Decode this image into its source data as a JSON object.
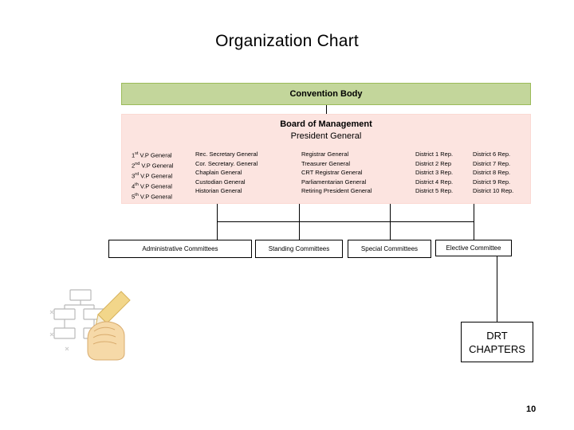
{
  "page": {
    "title": "Organization Chart",
    "number": "10"
  },
  "convention_body": {
    "label": "Convention Body"
  },
  "board": {
    "title": "Board of Management",
    "subtitle": "President General",
    "columns": [
      {
        "name": "vice-presidents",
        "items": [
          {
            "ordinal": "1",
            "sup": "st",
            "rest": " V.P General"
          },
          {
            "ordinal": "2",
            "sup": "nd",
            "rest": " V.P General"
          },
          {
            "ordinal": "3",
            "sup": "rd",
            "rest": " V.P General"
          },
          {
            "ordinal": "4",
            "sup": "th",
            "rest": " V.P General"
          },
          {
            "ordinal": "5",
            "sup": "th",
            "rest": " V.P General"
          }
        ]
      },
      {
        "name": "secretaries",
        "items": [
          "Rec. Secretary General",
          "Cor. Secretary. General",
          "Chaplain General",
          "Custodian General",
          "Historian General"
        ]
      },
      {
        "name": "registrar-treasurer",
        "items": [
          "Registrar General",
          "Treasurer General",
          "CRT Registrar General",
          "Parliamentarian General",
          "Retiring President General"
        ]
      },
      {
        "name": "districts-1-5",
        "items": [
          "District 1 Rep.",
          "District 2 Rep",
          "District 3 Rep.",
          "District 4 Rep.",
          "District 5 Rep."
        ]
      },
      {
        "name": "districts-6-10",
        "items": [
          "District 6 Rep.",
          "District 7 Rep.",
          "District 8 Rep.",
          "District 9 Rep.",
          "District 10 Rep."
        ]
      }
    ]
  },
  "committees": [
    {
      "name": "administrative-committees",
      "label": "Administrative Committees"
    },
    {
      "name": "standing-committees",
      "label": "Standing Committees"
    },
    {
      "name": "special-committees",
      "label": "Special Committees"
    },
    {
      "name": "elective-committee",
      "label": "Elective Committee"
    }
  ],
  "chapters": {
    "line1": "DRT",
    "line2": "CHAPTERS"
  },
  "colors": {
    "convention_fill": "#c3d69b",
    "board_fill": "#fce4e0",
    "line": "#000000"
  }
}
